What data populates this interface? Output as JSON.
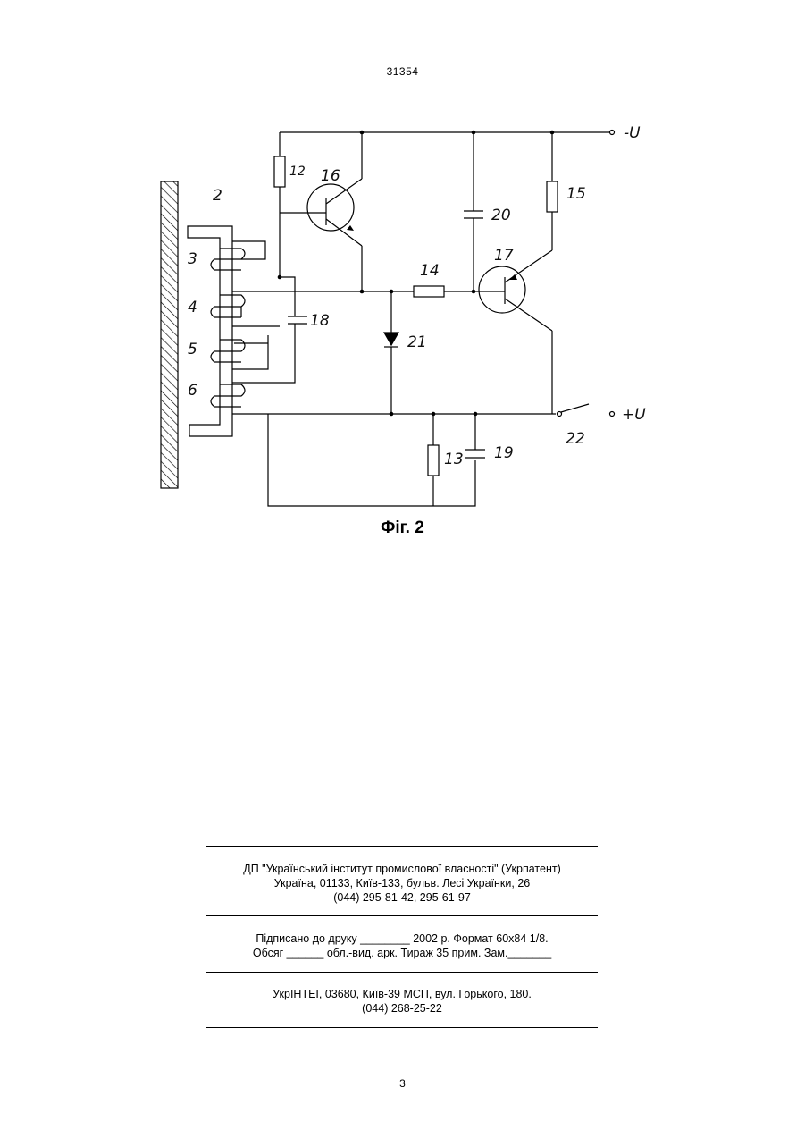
{
  "header": {
    "document_number": "31354"
  },
  "figure": {
    "caption": "Фіг. 2",
    "labels": {
      "l2": "2",
      "l3": "3",
      "l4": "4",
      "l5": "5",
      "l6": "6",
      "l12": "12",
      "l13": "13",
      "l14": "14",
      "l15": "15",
      "l16": "16",
      "l17": "17",
      "l18": "18",
      "l19": "19",
      "l20": "20",
      "l21": "21",
      "l22": "22",
      "minus_v": "-U",
      "plus_v": "+U"
    }
  },
  "imprint": {
    "org_line1": "ДП \"Український інститут промислової власності\" (Укрпатент)",
    "org_line2": "Україна, 01133, Київ-133, бульв. Лесі Українки, 26",
    "org_line3": "(044) 295-81-42, 295-61-97",
    "sign_line1": "Підписано до друку ________ 2002 р.    Формат 60x84 1/8.",
    "sign_line2": "Обсяг ______ обл.-вид. арк.   Тираж 35 прим.    Зам._______",
    "print_line1": "УкрІНТЕІ, 03680, Київ-39 МСП, вул. Горького, 180.",
    "print_line2": "(044) 268-25-22"
  },
  "footer": {
    "page_number": "3"
  }
}
